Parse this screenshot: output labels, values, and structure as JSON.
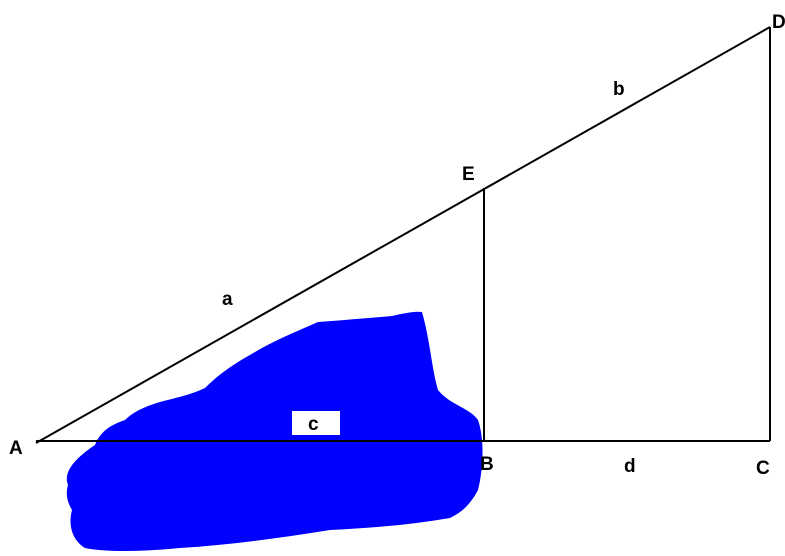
{
  "figure": {
    "colors": {
      "background": "#ffffff",
      "line": "#000000",
      "lake": "#0000ff",
      "label_box": "#ffffff"
    },
    "points": {
      "A": "A",
      "B": "B",
      "C": "C",
      "D": "D",
      "E": "E"
    },
    "segments": {
      "a": "a",
      "b": "b",
      "c": "c",
      "d": "d"
    }
  }
}
